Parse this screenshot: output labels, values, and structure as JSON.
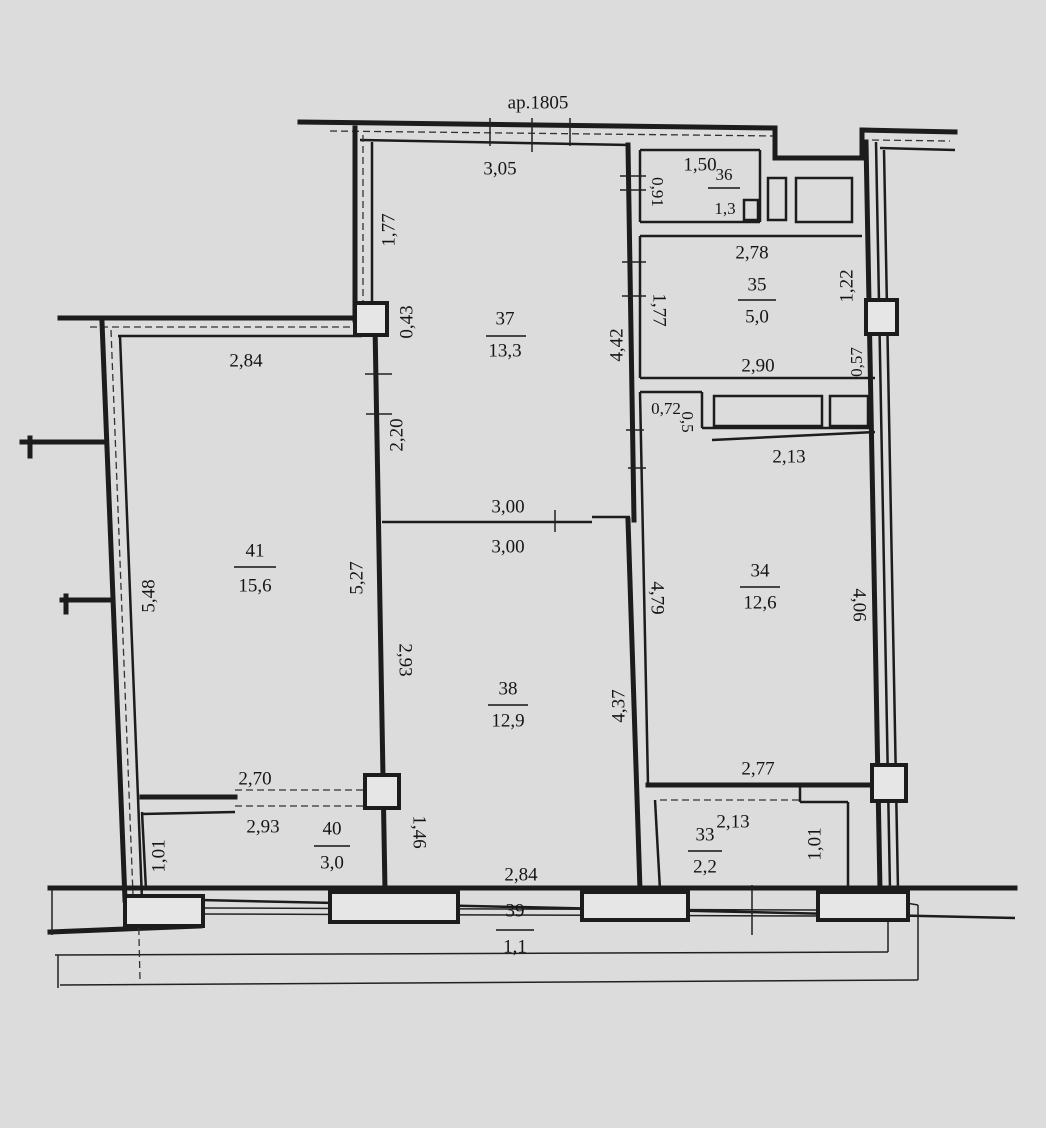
{
  "plan": {
    "note": "ар.1805",
    "rooms": [
      {
        "number": "37",
        "area": "13,3"
      },
      {
        "number": "36",
        "area": "1,3"
      },
      {
        "number": "35",
        "area": "5,0"
      },
      {
        "number": "41",
        "area": "15,6"
      },
      {
        "number": "34",
        "area": "12,6"
      },
      {
        "number": "38",
        "area": "12,9"
      },
      {
        "number": "40",
        "area": "3,0"
      },
      {
        "number": "33",
        "area": "2,2"
      },
      {
        "number": "39",
        "area": "1,1"
      }
    ],
    "dims": {
      "d_3_05": "3,05",
      "d_1_77_a": "1,77",
      "d_0_43": "0,43",
      "d_2_84_a": "2,84",
      "d_4_42": "4,42",
      "d_0_91": "0,91",
      "d_1_50": "1,50",
      "d_2_78": "2,78",
      "d_1_77_b": "1,77",
      "d_1_22": "1,22",
      "d_2_90": "2,90",
      "d_0_57": "0,57",
      "d_0_72": "0,72",
      "d_0_5": "0,5",
      "d_2_13_a": "2,13",
      "d_2_20": "2,20",
      "d_3_00_a": "3,00",
      "d_3_00_b": "3,00",
      "d_5_48": "5,48",
      "d_5_27": "5,27",
      "d_2_93_a": "2,93",
      "d_4_79": "4,79",
      "d_4_06": "4,06",
      "d_4_37": "4,37",
      "d_2_70": "2,70",
      "d_2_93_b": "2,93",
      "d_2_77": "2,77",
      "d_2_13_b": "2,13",
      "d_1_46": "1,46",
      "d_1_01_a": "1,01",
      "d_1_01_b": "1,01",
      "d_2_84_b": "2,84"
    }
  }
}
